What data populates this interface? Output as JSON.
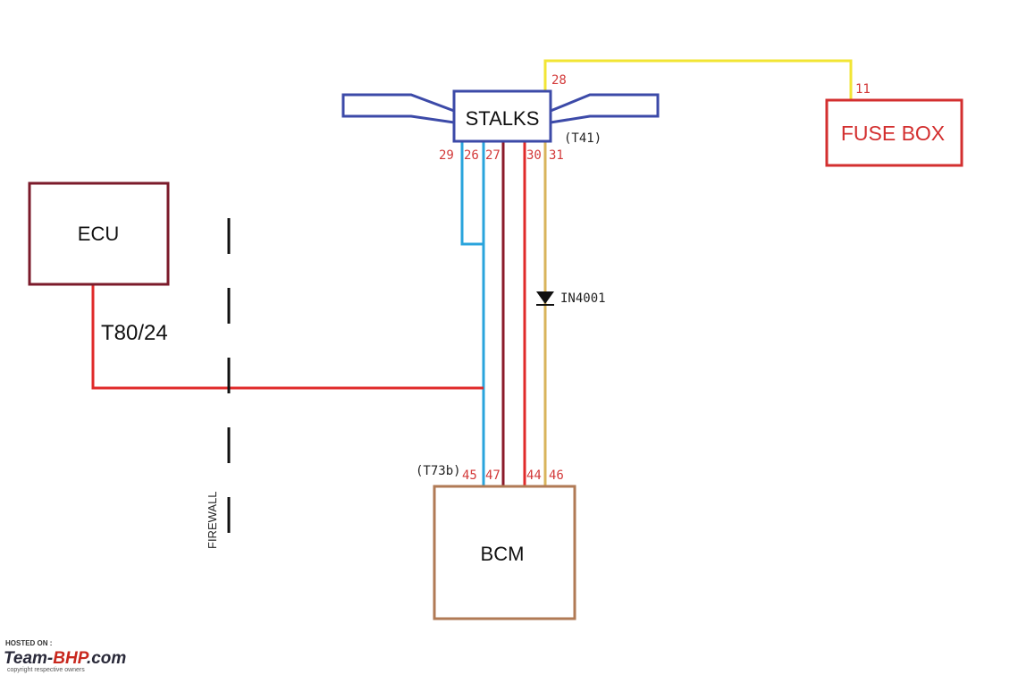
{
  "components": {
    "stalks": {
      "label": "STALKS",
      "connector": "(T41)"
    },
    "fuse_box": {
      "label": "FUSE BOX"
    },
    "ecu": {
      "label": "ECU"
    },
    "bcm": {
      "label": "BCM",
      "connector": "(T73b)"
    }
  },
  "ecu_pin": "T80/24",
  "firewall_label": "FIREWALL",
  "diode_label": "IN4001",
  "stalk_pins": [
    "29",
    "26",
    "27",
    "30",
    "31"
  ],
  "stalk_supply_pin": "28",
  "fuse_pin": "11",
  "bcm_pins": [
    "45",
    "47",
    "44",
    "46"
  ],
  "watermark": {
    "hosted": "HOSTED ON :",
    "site_a": "Team-",
    "site_b": "BHP",
    "site_c": ".com",
    "copyright": "copyright respective owners"
  },
  "colors": {
    "stalks_border": "#3c4aa8",
    "fuse_box_border": "#d32f2f",
    "ecu_border": "#7b1a2a",
    "bcm_border": "#b07a55",
    "wire_yellow": "#f2e534",
    "wire_light_blue": "#2aa4dc",
    "wire_dark_red": "#8b1a2a",
    "wire_red": "#e02a2a",
    "wire_tan": "#d9b45c"
  }
}
